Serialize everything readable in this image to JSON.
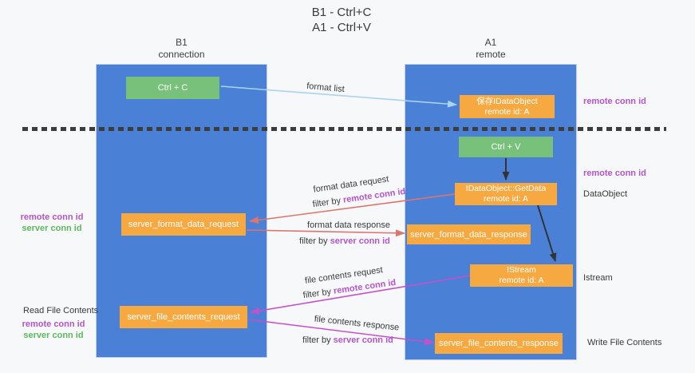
{
  "title": {
    "line1": "B1 - Ctrl+C",
    "line2": "A1 - Ctrl+V"
  },
  "lanes": {
    "left": {
      "title": "B1",
      "subtitle": "connection"
    },
    "right": {
      "title": "A1",
      "subtitle": "remote"
    }
  },
  "nodes": {
    "ctrl_c": {
      "label": "Ctrl + C"
    },
    "ctrl_v": {
      "label": "Ctrl + V"
    },
    "save_dataobject": {
      "line1": "保存IDataObject",
      "line2": "remote id: A"
    },
    "getdata": {
      "line1": "IDataObject::GetData",
      "line2": "remote id: A"
    },
    "istream": {
      "line1": "IStream",
      "line2": "remote id: A"
    },
    "format_request": {
      "label": "server_format_data_request"
    },
    "format_response": {
      "label": "server_format_data_response"
    },
    "file_request": {
      "label": "server_file_contents_request"
    },
    "file_response": {
      "label": "server_file_contents_response"
    }
  },
  "flow_labels": {
    "format_list": "format list",
    "format_data_request": "format data request",
    "filter_remote_1": {
      "prefix": "filter by ",
      "id": "remote conn id"
    },
    "format_data_response": "format data response",
    "filter_server_1": {
      "prefix": "filter by ",
      "id": "server conn id"
    },
    "file_contents_request": "file contents request",
    "filter_remote_2": {
      "prefix": "filter by ",
      "id": "remote conn id"
    },
    "file_contents_response": "file contents response",
    "filter_server_2": {
      "prefix": "filter by ",
      "id": "server conn id"
    }
  },
  "side_labels": {
    "right_remote_1": "remote conn id",
    "right_remote_2": "remote conn id",
    "dataobject": "DataObject",
    "istream": "Istream",
    "write_file": "Write File Contents",
    "left_remote_1": "remote conn id",
    "left_server_1": "server conn id",
    "read_file": "Read File Contents",
    "left_remote_2": "remote conn id",
    "left_server_2": "server conn id"
  },
  "colors": {
    "lane_blue": "#4a80d5",
    "node_orange": "#f7a941",
    "node_green": "#77c17a",
    "arrow_salmon": "#e0736e",
    "arrow_magenta": "#c650c9",
    "arrow_light_blue": "#a9d3ee",
    "arrow_black": "#333333",
    "text_purple": "#b355cb",
    "text_green": "#5cb85c"
  }
}
